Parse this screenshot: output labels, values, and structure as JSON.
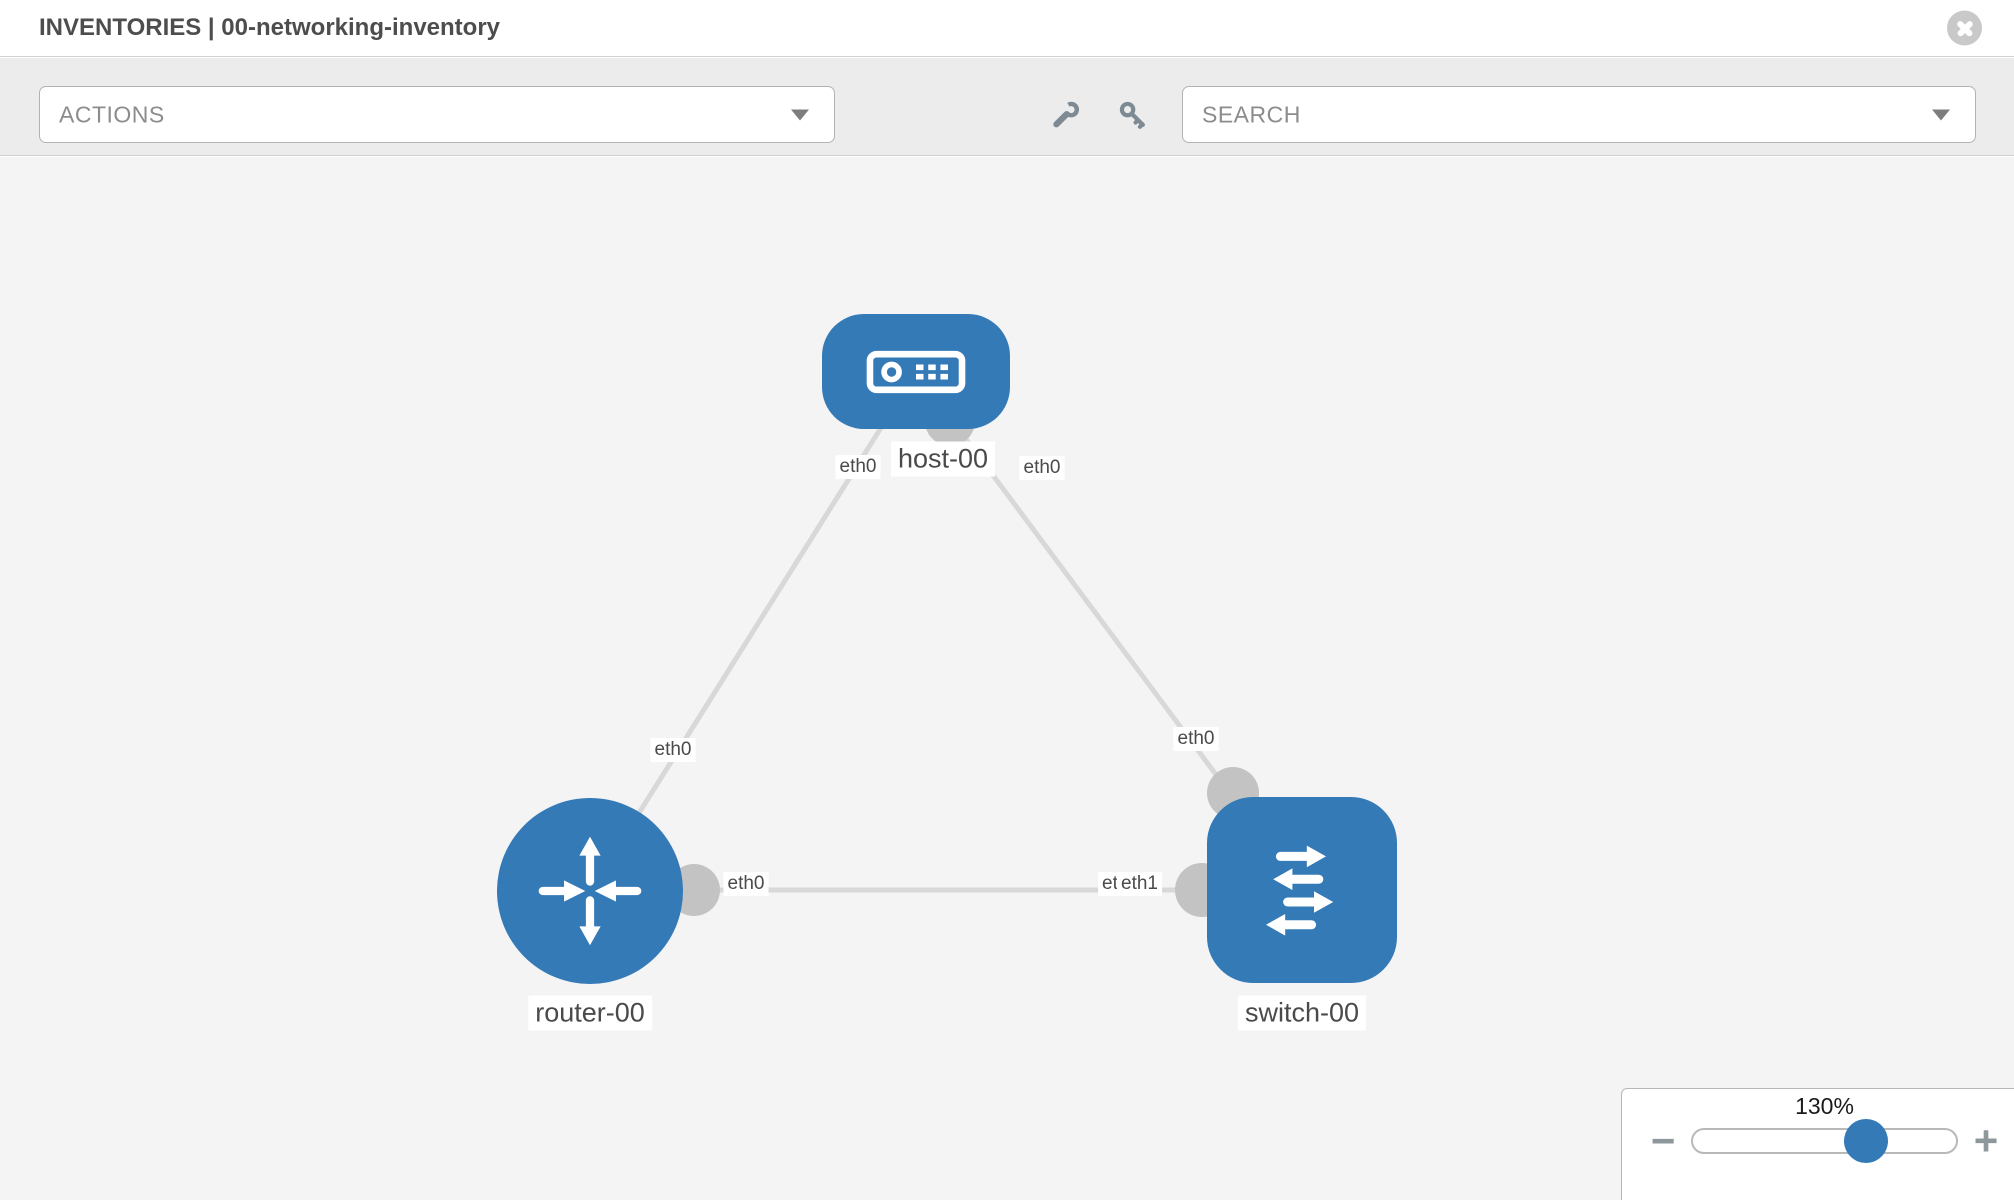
{
  "header": {
    "title": "INVENTORIES | 00-networking-inventory"
  },
  "toolbar": {
    "actions_placeholder": "ACTIONS",
    "search_placeholder": "SEARCH",
    "icons": [
      "wrench-icon",
      "key-icon"
    ]
  },
  "topology": {
    "nodes": {
      "host": {
        "label": "host-00",
        "type": "host"
      },
      "router": {
        "label": "router-00",
        "type": "router"
      },
      "switch": {
        "label": "switch-00",
        "type": "switch"
      }
    },
    "links": [
      {
        "from": "host-00",
        "to": "router-00",
        "from_port": "eth0",
        "to_port": "eth0"
      },
      {
        "from": "host-00",
        "to": "switch-00",
        "from_port": "eth0",
        "to_port": "eth0"
      },
      {
        "from": "router-00",
        "to": "switch-00",
        "from_port": "eth0",
        "to_port": "eth1"
      }
    ],
    "port_labels": {
      "host_router_at_host": "eth0",
      "host_switch_at_host": "eth0",
      "host_router_at_router": "eth0",
      "host_switch_at_switch": "eth0",
      "router_switch_at_router": "eth0",
      "router_switch_at_switch_back": "eth0",
      "router_switch_at_switch": "eth1"
    }
  },
  "zoom_control": {
    "value": "130%",
    "minus_label": "−",
    "plus_label": "+"
  },
  "colors": {
    "node_blue": "#337ab7",
    "link_gray": "#d8d8d8",
    "port_gray": "#c3c3c3",
    "canvas_bg": "#f4f4f4",
    "toolbar_bg": "#ececec"
  }
}
